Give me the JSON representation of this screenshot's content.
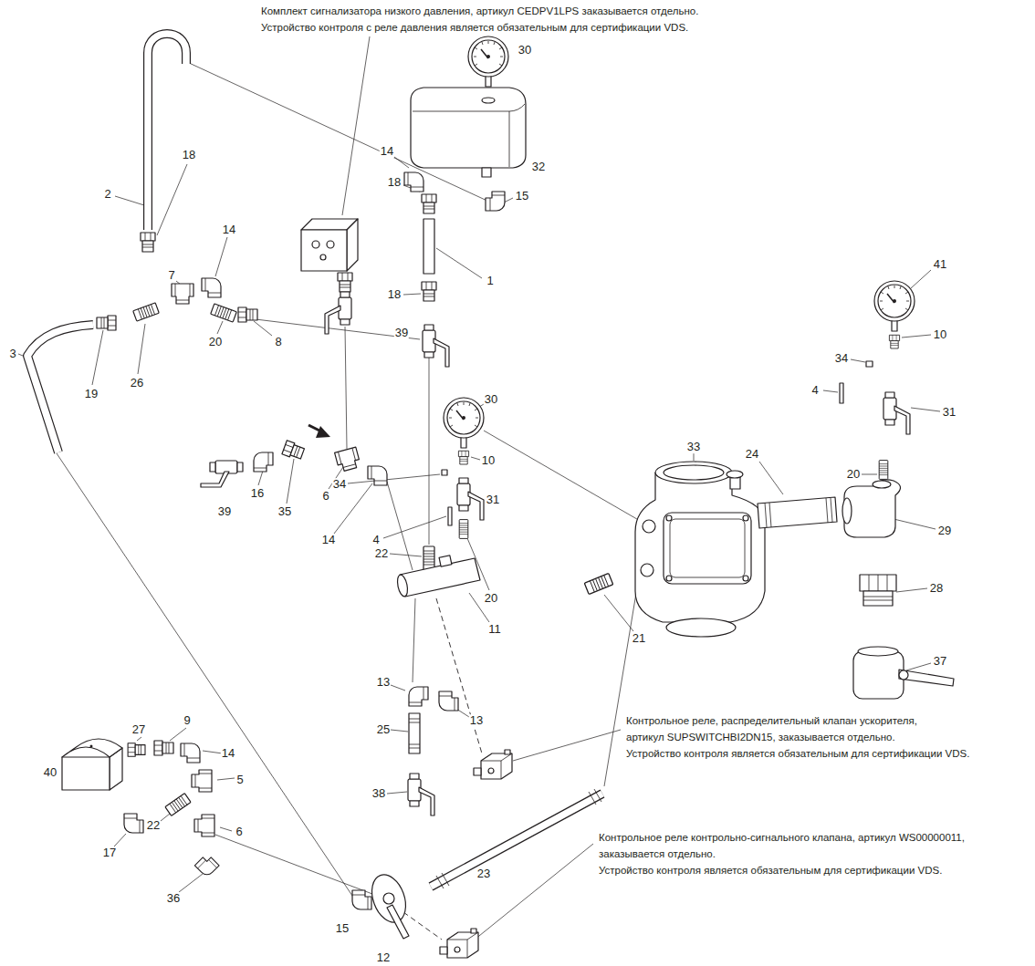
{
  "diagram": {
    "labels": [
      "Комплект сигнализатора низкого давления, артикул CEDPV1LPS заказывается отдельно.",
      "Устройство контроля с реле давления является обязательным для сертификации VDS.",
      "30",
      "32",
      "14",
      "18",
      "2",
      "18",
      "15",
      "14",
      "41",
      "7",
      "1",
      "18",
      "39",
      "10",
      "20",
      "8",
      "3",
      "34",
      "26",
      "4",
      "19",
      "30",
      "31",
      "33",
      "24",
      "10",
      "20",
      "34",
      "16",
      "6",
      "31",
      "39",
      "35",
      "29",
      "14",
      "4",
      "22",
      "28",
      "20",
      "11",
      "21",
      "37",
      "13",
      "Контрольное реле, распределительный клапан ускорителя,",
      "9",
      "13",
      "25",
      "27",
      "артикул SUPSWITCHBI2DN15, заказывается отдельно.",
      "14",
      "Устройство контроля является обязательным для сертификации VDS.",
      "40",
      "5",
      "38",
      "22",
      "6",
      "Контрольное реле контрольно-сигнального клапана, артикул WS00000011,",
      "17",
      "заказывается отдельно.",
      "Устройство контроля является обязательным для сертификации VDS.",
      "23",
      "36",
      "15",
      "12"
    ]
  }
}
